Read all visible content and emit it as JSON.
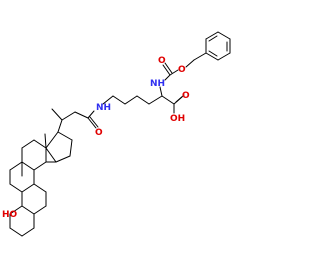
{
  "molecule": {
    "labels": {
      "nh_amide": "NH",
      "o_amide": "O",
      "nh_carbamate": "NH",
      "o_carbamate_ether": "O",
      "o_carbamate_carbonyl": "O",
      "acid_o": "O",
      "acid_oh": "OH",
      "ho_steroid": "HO"
    },
    "colors": {
      "bond": "#000000",
      "nitrogen": "#3030f0",
      "oxygen": "#e00000"
    }
  }
}
